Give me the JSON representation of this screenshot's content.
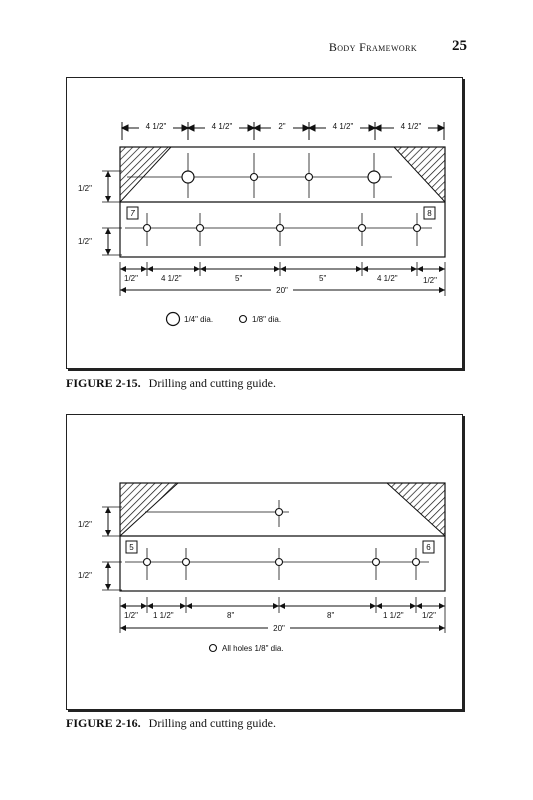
{
  "header": {
    "section_title": "Body Framework",
    "page_number": "25"
  },
  "figure_15": {
    "top_dims": [
      "4 1/2\"",
      "4 1/2\"",
      "2\"",
      "4 1/2\"",
      "4 1/2\""
    ],
    "left_dims": [
      "1/2\"",
      "1/2\""
    ],
    "bottom_dims": [
      "1/2\"",
      "4  1/2\"",
      "5\"",
      "5\"",
      "4 1/2\"",
      "1/2\""
    ],
    "total_dim": "20\"",
    "part_labels": [
      "7",
      "8"
    ],
    "legend": {
      "large_hole": "1/4\" dia.",
      "small_hole": "1/8\" dia."
    },
    "caption_label": "FIGURE 2-15.",
    "caption_text": "Drilling and cutting guide."
  },
  "figure_16": {
    "left_dims": [
      "1/2\"",
      "1/2\""
    ],
    "bottom_dims": [
      "1/2\"",
      "1 1/2\"",
      "8\"",
      "8\"",
      "1 1/2\"",
      "1/2\""
    ],
    "total_dim": "20\"",
    "part_labels": [
      "5",
      "6"
    ],
    "legend": {
      "holes": "All holes 1/8\" dia."
    },
    "caption_label": "FIGURE 2-16.",
    "caption_text": "Drilling and cutting guide."
  }
}
